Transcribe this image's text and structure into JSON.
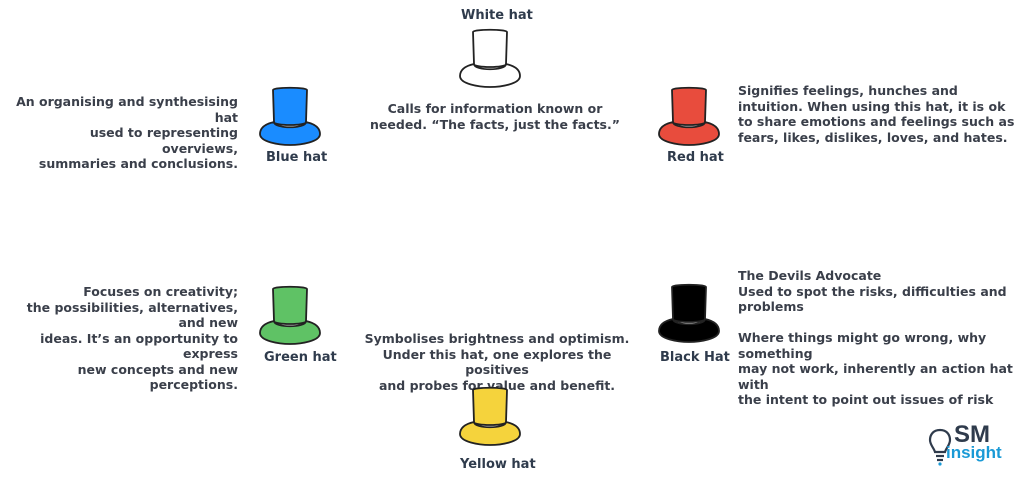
{
  "hats": {
    "white": {
      "label": "White hat",
      "color": "#ffffff",
      "description": "Calls for information known or needed. “The facts, just the facts.”",
      "desc_lines": [
        "Calls for information known or",
        "needed. “The facts, just the facts.”"
      ]
    },
    "blue": {
      "label": "Blue hat",
      "color": "#1a8cff",
      "desc_lines": [
        "An organising and synthesising hat",
        "used to representing overviews,",
        "summaries and conclusions."
      ]
    },
    "red": {
      "label": "Red hat",
      "color": "#e84c3d",
      "desc_lines": [
        "Signifies feelings, hunches and",
        "intuition. When using this hat, it is ok",
        "to share emotions and feelings such as",
        "fears, likes, dislikes, loves, and hates."
      ]
    },
    "green": {
      "label": "Green hat",
      "color": "#5fc265",
      "desc_lines": [
        "Focuses on creativity;",
        "the possibilities, alternatives, and new",
        "ideas. It’s an opportunity to express",
        "new concepts and new perceptions."
      ]
    },
    "yellow": {
      "label": "Yellow hat",
      "color": "#f5d33c",
      "desc_lines": [
        "Symbolises brightness and optimism.",
        "Under this hat, one explores the positives",
        "and probes for value and benefit."
      ]
    },
    "black": {
      "label": "Black Hat",
      "color": "#000000",
      "heading_lines": [
        "The Devils Advocate",
        "Used to spot the risks, difficulties and problems"
      ],
      "desc_lines": [
        "Where things might go wrong, why something",
        "may not work, inherently an action hat with",
        "the intent to point out issues of risk"
      ]
    }
  },
  "logo": {
    "top": "SM",
    "bottom": "insight",
    "accent": "#1a9ad6"
  },
  "icon_names": [
    "top-hat-icon",
    "lightbulb-icon"
  ]
}
